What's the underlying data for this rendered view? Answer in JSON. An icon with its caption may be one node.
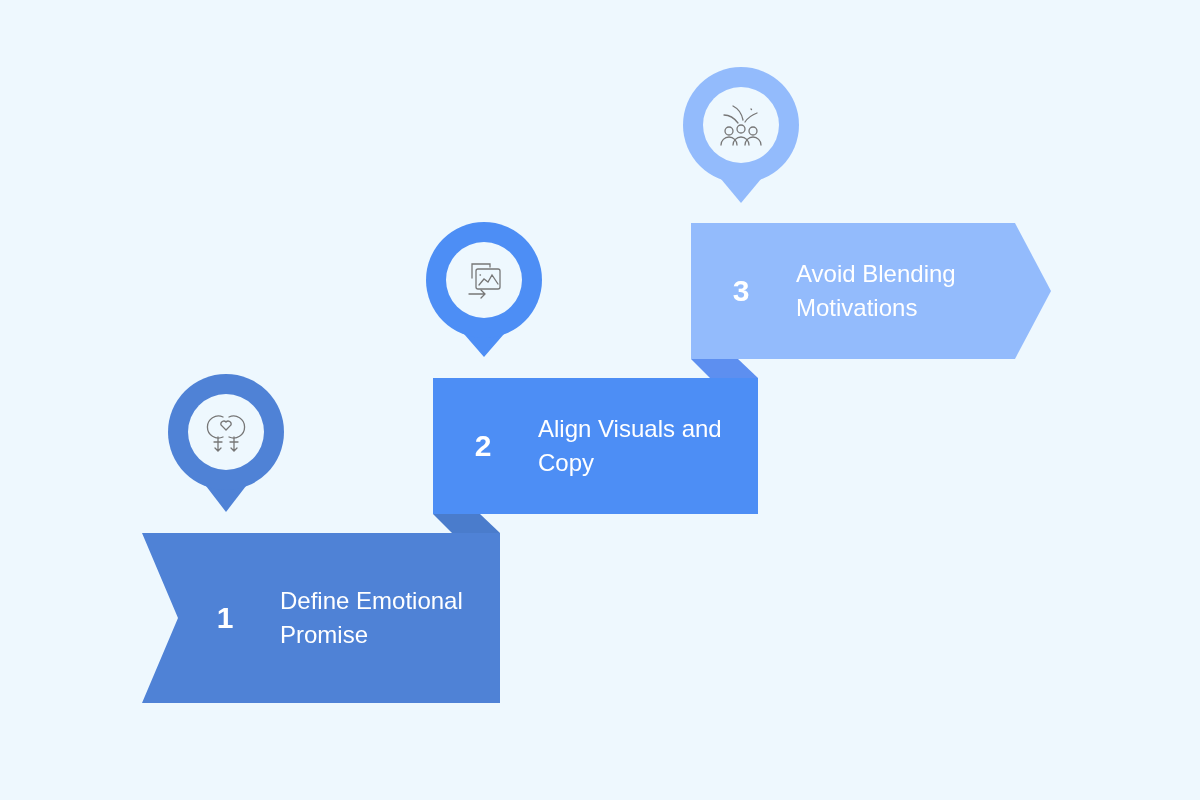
{
  "diagram": {
    "nodes": [
      {
        "text": [
          "1",
          "Define Emotional Promise"
        ]
      },
      {
        "text": [
          "2",
          "Align Visuals and Copy"
        ]
      },
      {
        "text": [
          "3",
          "Avoid Blending Motivations"
        ]
      }
    ]
  }
}
